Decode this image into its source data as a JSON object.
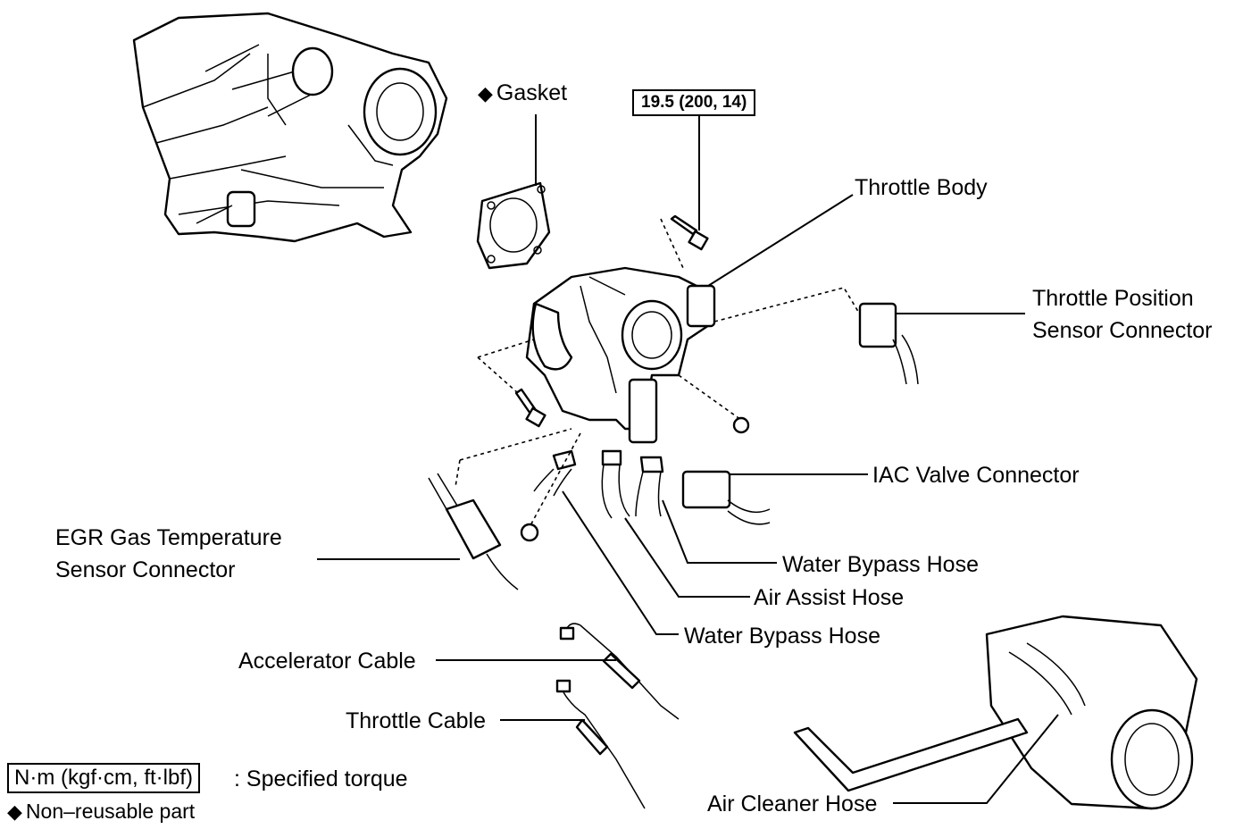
{
  "labels": {
    "gasket": "Gasket",
    "torque": "19.5 (200, 14)",
    "throttle_body": "Throttle Body",
    "tps_line1": "Throttle Position",
    "tps_line2": "Sensor Connector",
    "iac": "IAC Valve Connector",
    "egr_line1": "EGR Gas Temperature",
    "egr_line2": "Sensor Connector",
    "water_bypass_1": "Water Bypass Hose",
    "air_assist": "Air Assist Hose",
    "water_bypass_2": "Water Bypass Hose",
    "accelerator_cable": "Accelerator Cable",
    "throttle_cable": "Throttle Cable",
    "air_cleaner_hose": "Air Cleaner Hose"
  },
  "legend": {
    "torque_unit": "N·m (kgf·cm, ft·lbf)",
    "torque_desc": ": Specified torque",
    "nonreusable": "Non–reusable part",
    "diamond": "◆"
  }
}
